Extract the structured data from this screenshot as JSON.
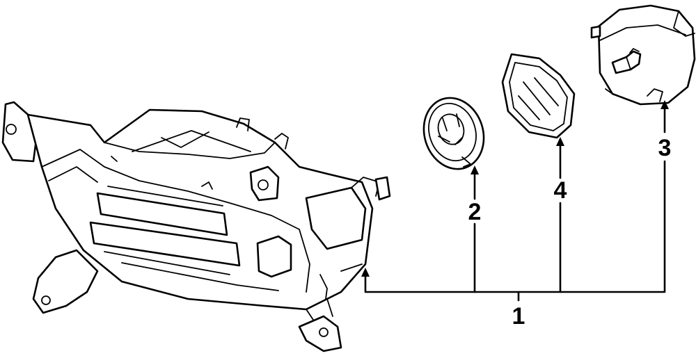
{
  "callouts": {
    "c1": "1",
    "c2": "2",
    "c3": "3",
    "c4": "4"
  },
  "parts": [
    {
      "icon": "fog-lamp-housing-icon"
    },
    {
      "icon": "bulb-socket-icon"
    },
    {
      "icon": "lens-icon"
    },
    {
      "icon": "bulb-cap-icon"
    }
  ],
  "colors": {
    "line": "#000000",
    "background": "#ffffff"
  }
}
